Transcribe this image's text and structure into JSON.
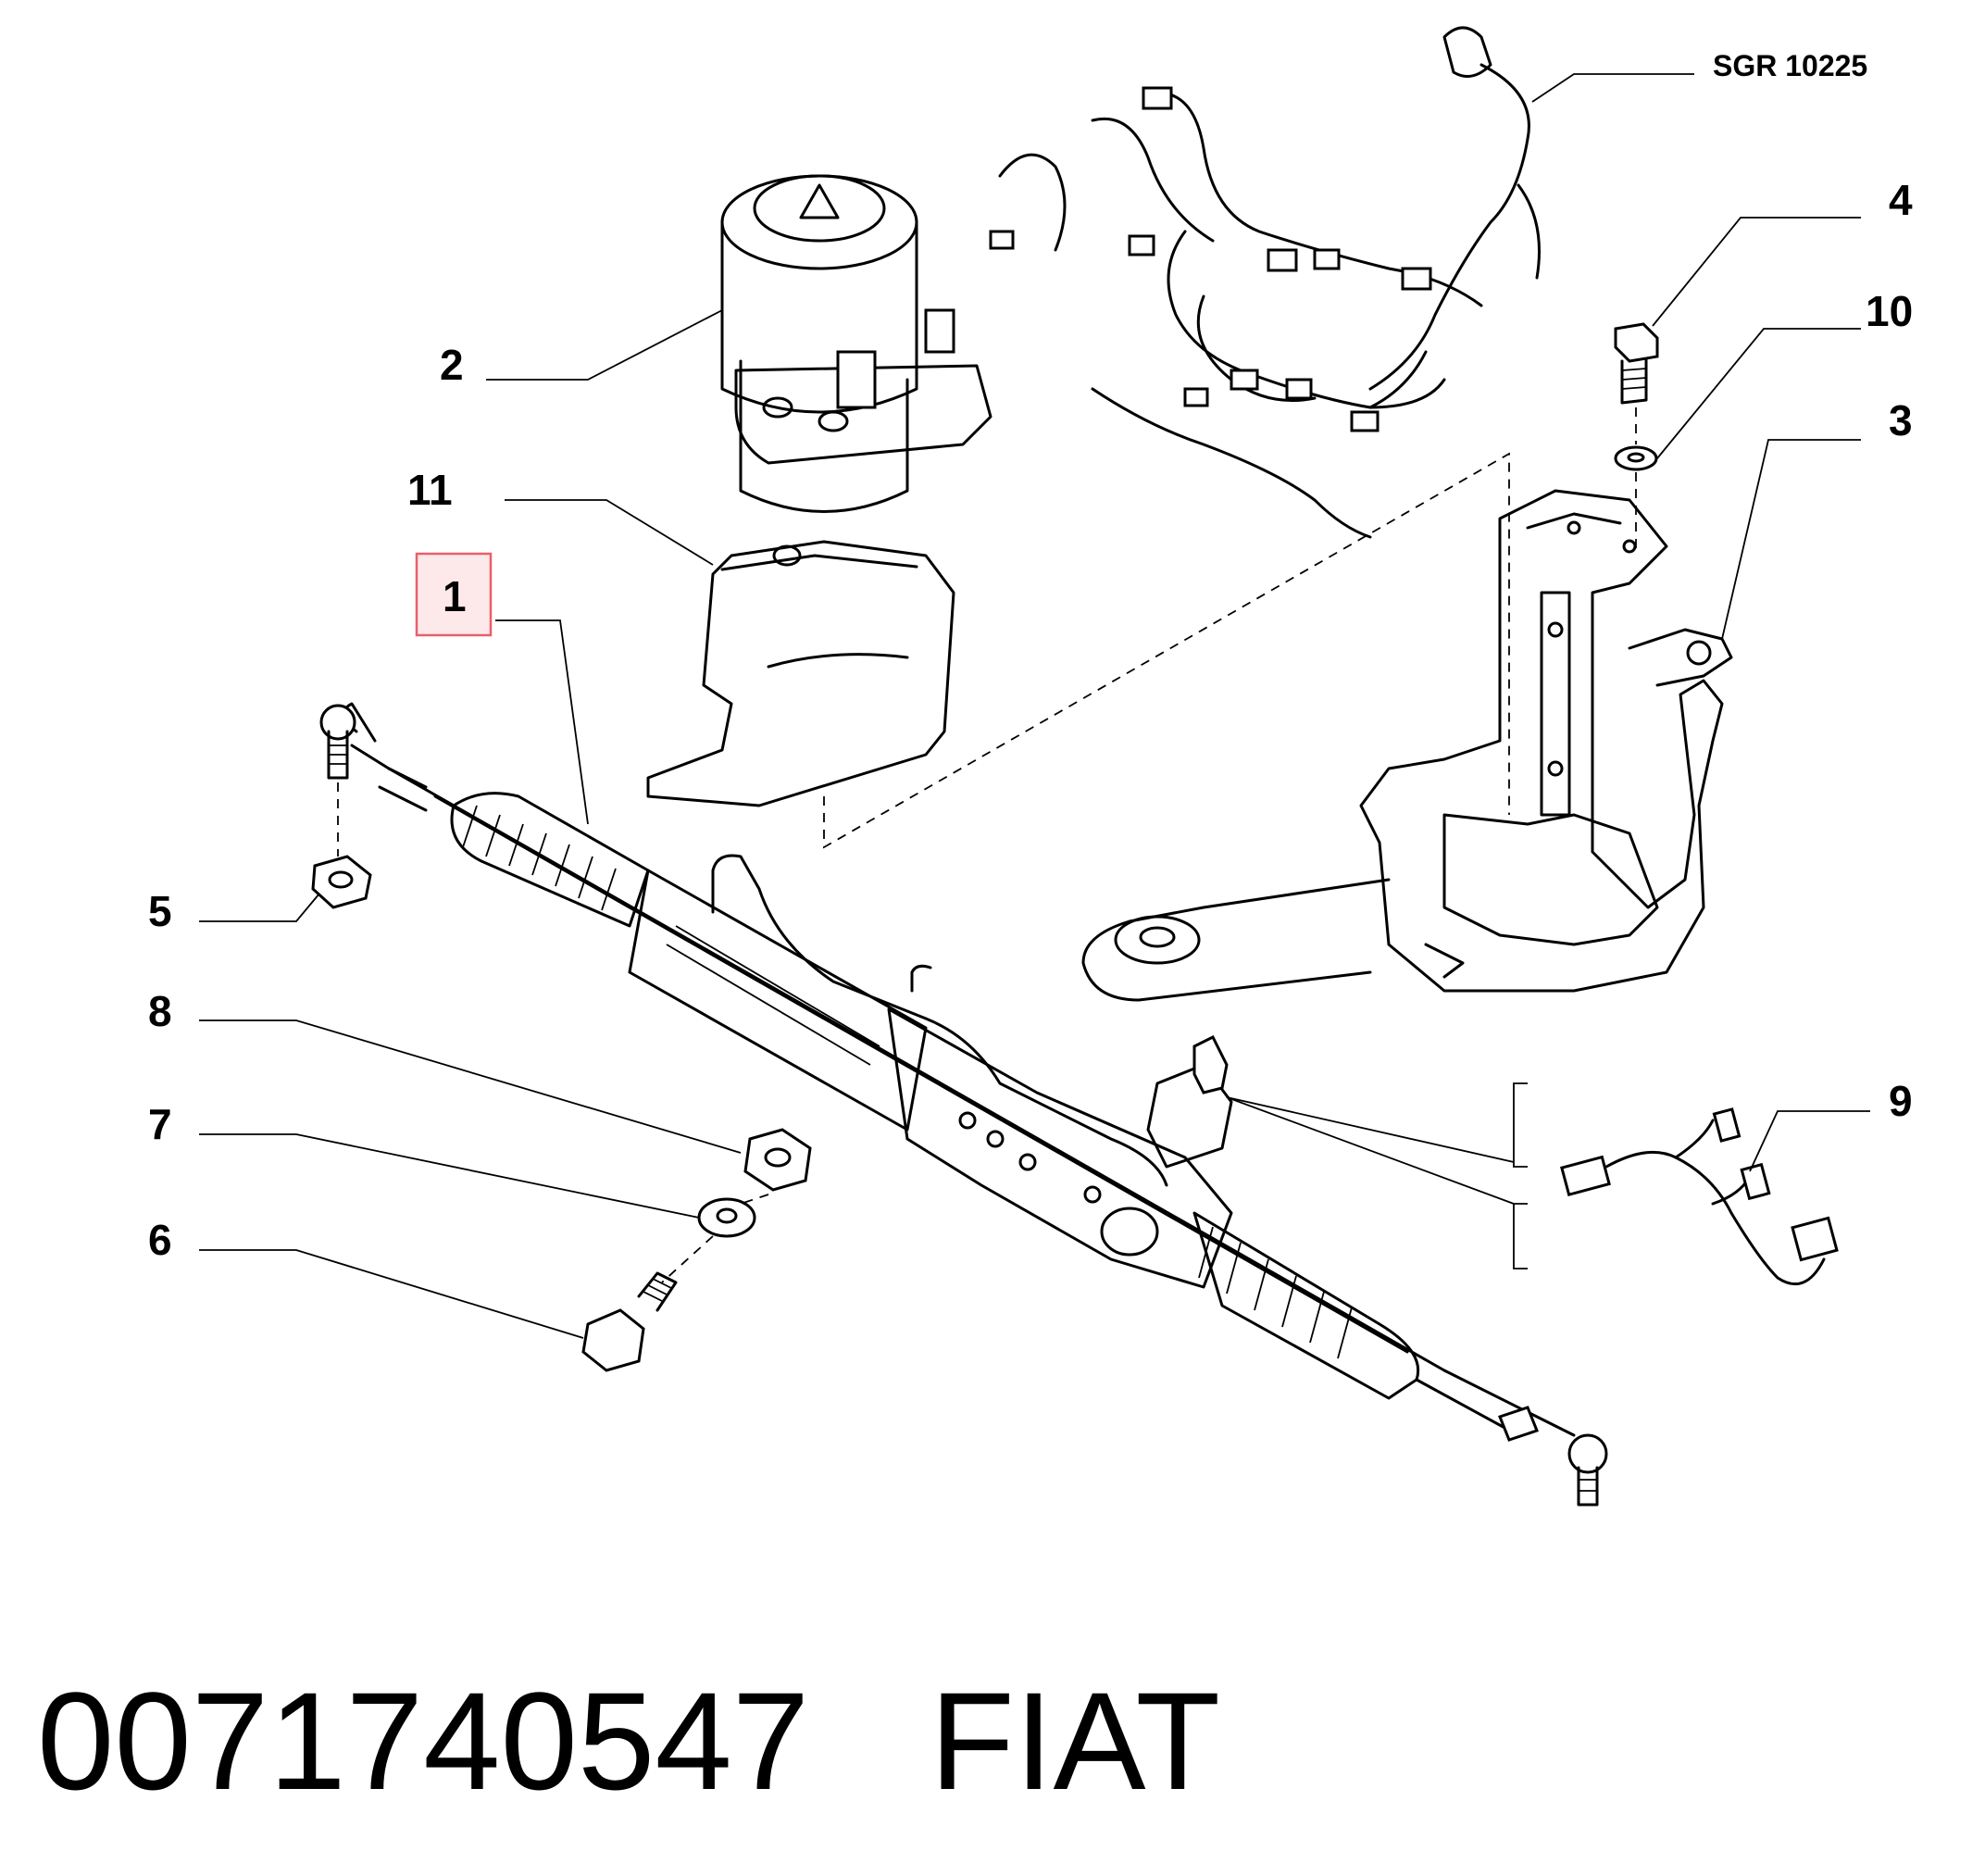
{
  "diagram": {
    "reference_code": "SGR 10225",
    "callouts": [
      "1",
      "2",
      "3",
      "4",
      "5",
      "6",
      "7",
      "8",
      "9",
      "10",
      "11"
    ],
    "highlighted_callout": "1",
    "highlight_color": "#e8606a",
    "highlight_fill": "#fde8ea"
  },
  "footer": {
    "part_number": "0071740547",
    "brand": "FIAT"
  }
}
